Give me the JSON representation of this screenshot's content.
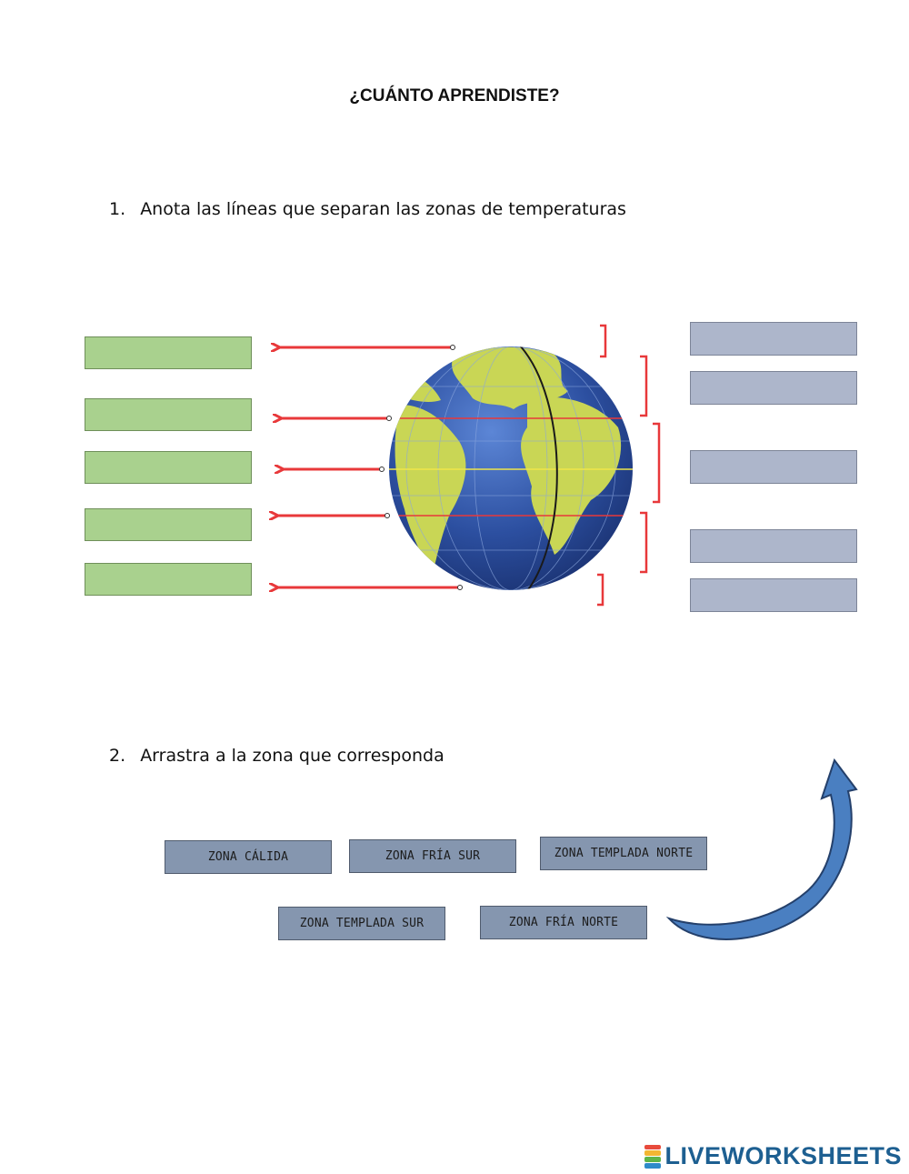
{
  "title": "¿CUÁNTO APRENDISTE?",
  "question1": {
    "number": "1.",
    "text": "Anota las líneas que separan las zonas de temperaturas",
    "line_inputs": [
      "",
      "",
      "",
      "",
      ""
    ],
    "zone_inputs": [
      "",
      "",
      "",
      "",
      ""
    ]
  },
  "question2": {
    "number": "2.",
    "text": "Arrastra a la zona que corresponda",
    "tiles": [
      "ZONA CÁLIDA",
      "ZONA FRÍA SUR",
      "ZONA TEMPLADA NORTE",
      "ZONA TEMPLADA SUR",
      "ZONA FRÍA NORTE"
    ]
  },
  "footer": {
    "brand": "LIVEWORKSHEETS"
  },
  "colors": {
    "green_box": "#a9d18e",
    "grey_box": "#adb6cb",
    "tile": "#8596af",
    "arrow": "#e8383a",
    "globe_ocean": "#2f56a6",
    "globe_land": "#c9d655",
    "curved_arrow": "#4a7fc1",
    "brand": "#1d5f91"
  },
  "icons": [
    "globe-illustration",
    "arrow-left-icon",
    "bracket-icon",
    "curved-arrow-icon",
    "liveworksheets-logo-icon"
  ]
}
